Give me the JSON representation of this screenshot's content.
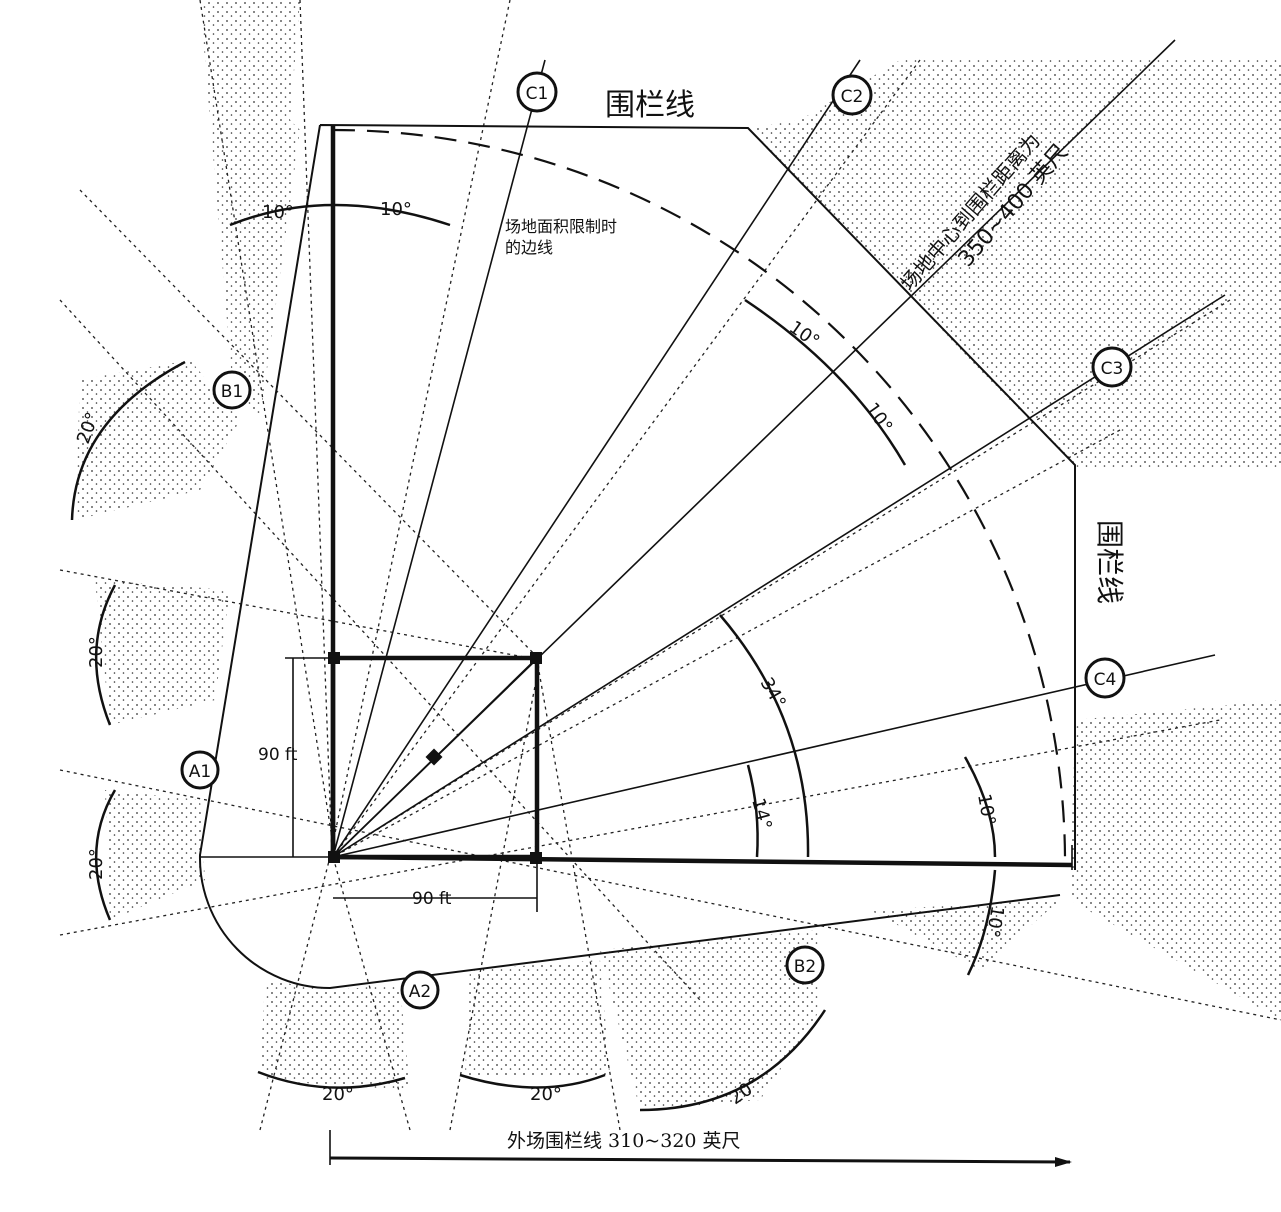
{
  "labels": {
    "fence_top": "围栏线",
    "fence_right": "围栏线",
    "limited_boundary_line1": "场地面积限制时",
    "limited_boundary_line2": "的边线",
    "center_distance_line1": "场地中心到围栏距离为",
    "center_distance_line2": "350~400 英尺",
    "outfield_fence": "外场围栏线 310~320 英尺",
    "base_distance_vertical": "90 ft",
    "base_distance_horizontal": "90 ft"
  },
  "points": {
    "A1": "A1",
    "A2": "A2",
    "B1": "B1",
    "B2": "B2",
    "C1": "C1",
    "C2": "C2",
    "C3": "C3",
    "C4": "C4"
  },
  "angles": {
    "top_left": "10°",
    "top_right": "10°",
    "upper_mid_1": "10°",
    "upper_mid_2": "10°",
    "right_upper": "10°",
    "right_lower": "10°",
    "center_34": "34°",
    "center_14": "14°",
    "left_1": "20°",
    "left_2": "20°",
    "left_3": "20°",
    "bottom_1": "20°",
    "bottom_2": "20°",
    "bottom_3": "20°"
  }
}
